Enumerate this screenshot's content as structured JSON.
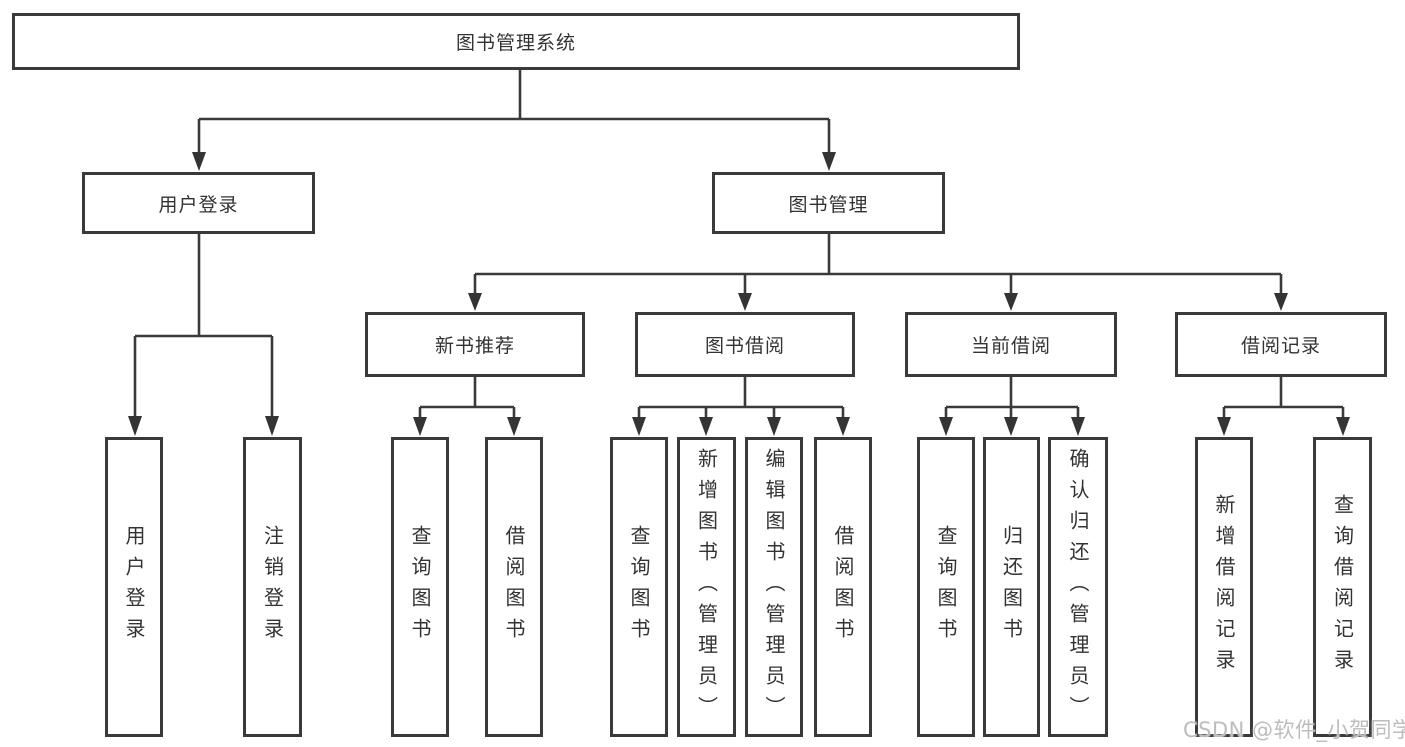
{
  "tree": {
    "root": "图书管理系统",
    "level2": [
      "用户登录",
      "图书管理"
    ],
    "level3": [
      "新书推荐",
      "图书借阅",
      "当前借阅",
      "借阅记录"
    ],
    "leaves": {
      "login": [
        "用户登录",
        "注销登录"
      ],
      "recommend": [
        "查询图书",
        "借阅图书"
      ],
      "borrow": [
        "查询图书",
        "新增图书（管理员）",
        "编辑图书（管理员）",
        "借阅图书"
      ],
      "current": [
        "查询图书",
        "归还图书",
        "确认归还（管理员）"
      ],
      "records": [
        "新增借阅记录",
        "查询借阅记录"
      ]
    }
  },
  "watermark": "CSDN @软件_小贺同学",
  "colors": {
    "line": "#3a3a3a",
    "box_border": "#3a3a3a",
    "text": "#333333",
    "watermark": "#b9b9b9",
    "background": "#ffffff"
  }
}
